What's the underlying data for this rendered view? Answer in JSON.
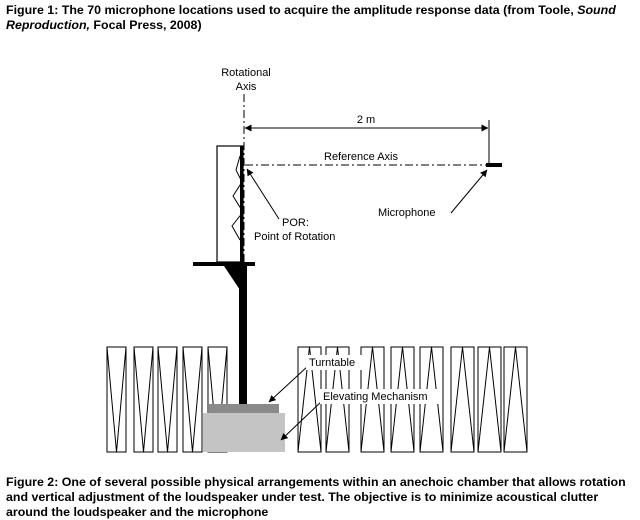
{
  "figure1": {
    "prefix": "Figure 1:  The 70 microphone locations used to acquire the amplitude response data (from Toole, ",
    "book": "Sound Reproduction,",
    "suffix": " Focal Press, 2008)"
  },
  "diagram": {
    "rotational_axis_line1": "Rotational",
    "rotational_axis_line2": "Axis",
    "distance": "2 m",
    "reference_axis": "Reference Axis",
    "microphone": "Microphone",
    "por_line1": "POR:",
    "por_line2": "Point of Rotation",
    "turntable": "Turntable",
    "elevating_mechanism": "Elevating Mechanism",
    "colors": {
      "turntable_fill": "#8a8a8a",
      "elevator_fill": "#c4c4c4",
      "ink": "#000000"
    }
  },
  "figure2": {
    "text": "Figure 2:  One of several possible physical arrangements within an anechoic chamber that allows rotation and vertical adjustment of the loudspeaker under test. The objective is to minimize acoustical clutter around the loudspeaker and the microphone"
  }
}
